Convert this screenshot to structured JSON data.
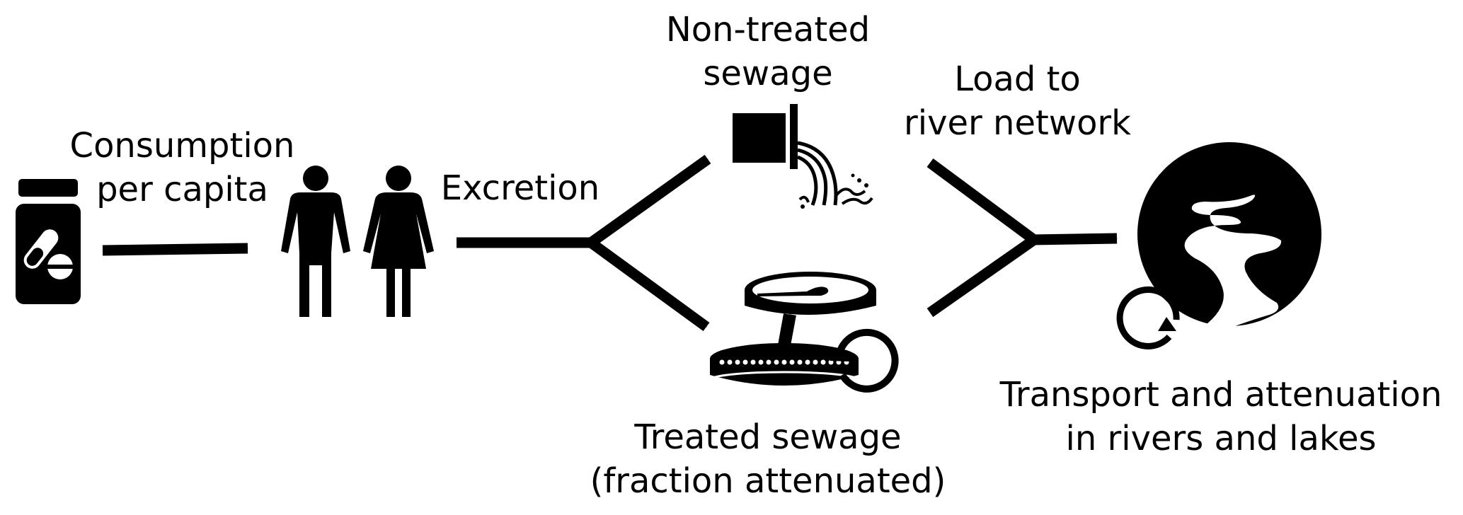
{
  "labels": {
    "consumption": [
      "Consumption",
      "per capita"
    ],
    "excretion": "Excretion",
    "non_treated": [
      "Non-treated",
      "sewage"
    ],
    "load": [
      "Load to",
      "river network"
    ],
    "treated": [
      "Treated sewage",
      "(fraction attenuated)"
    ],
    "transport": [
      "Transport and attenuation",
      "in rivers and lakes"
    ]
  },
  "colors": {
    "ink": "#000000",
    "paper": "#ffffff"
  },
  "icons": [
    "pill-bottle-icon",
    "people-icon",
    "sewage-pipe-icon",
    "treatment-plant-icon",
    "recycle-arrow-icon",
    "river-icon"
  ]
}
